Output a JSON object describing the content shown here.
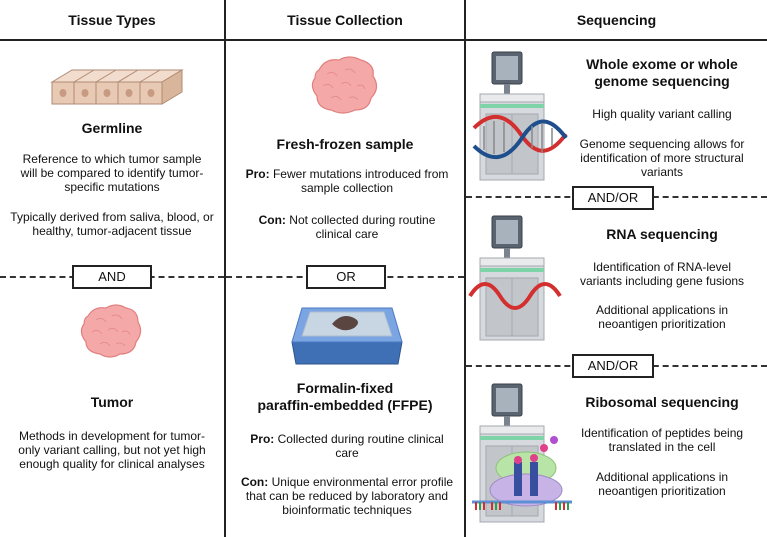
{
  "headers": {
    "col1": "Tissue Types",
    "col2": "Tissue Collection",
    "col3": "Sequencing"
  },
  "col1": {
    "germline_title": "Germline",
    "germline_desc1": "Reference to which tumor sample will be compared to identify tumor-specific mutations",
    "germline_desc2": "Typically derived from saliva, blood, or healthy, tumor-adjacent tissue",
    "connector": "AND",
    "tumor_title": "Tumor",
    "tumor_desc": "Methods in development for tumor-only variant calling, but not yet high enough quality for clinical analyses"
  },
  "col2": {
    "fresh_title": "Fresh-frozen sample",
    "fresh_pro_label": "Pro:",
    "fresh_pro": "Fewer mutations introduced from sample collection",
    "fresh_con_label": "Con:",
    "fresh_con": "Not collected during routine clinical care",
    "connector": "OR",
    "ffpe_title_line1": "Formalin-fixed",
    "ffpe_title_line2": "paraffin-embedded (FFPE)",
    "ffpe_pro_label": "Pro:",
    "ffpe_pro": "Collected during routine clinical care",
    "ffpe_con_label": "Con:",
    "ffpe_con": "Unique environmental error profile that can be reduced by laboratory and bioinformatic techniques"
  },
  "col3": {
    "wes_title": "Whole exome or whole genome sequencing",
    "wes_desc1": "High quality variant calling",
    "wes_desc2": "Genome sequencing allows for identification of more structural variants",
    "connector1": "AND/OR",
    "rna_title": "RNA sequencing",
    "rna_desc1": "Identification of RNA-level variants including gene fusions",
    "rna_desc2": "Additional applications in neoantigen prioritization",
    "connector2": "AND/OR",
    "ribo_title": "Ribosomal sequencing",
    "ribo_desc1": "Identification of peptides being translated in the cell",
    "ribo_desc2": "Additional applications in neoantigen prioritization"
  },
  "colors": {
    "tissue_pink": "#f4a9a8",
    "tissue_beige": "#e8c9b4",
    "sequencer_gray": "#c9ccd1",
    "sequencer_green": "#7fd3a8",
    "dna_red": "#d32f2f",
    "dna_blue": "#1f4e8c",
    "scale_blue": "#5b8fd6"
  }
}
